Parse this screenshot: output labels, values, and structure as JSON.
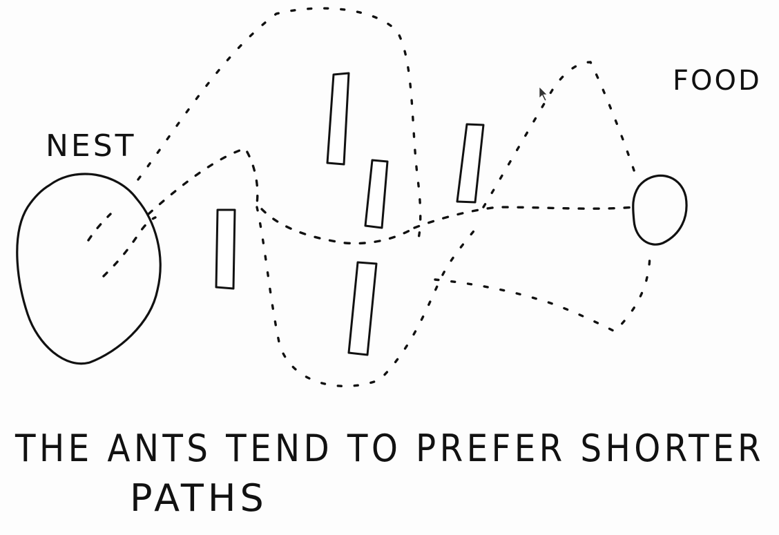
{
  "diagram": {
    "labels": {
      "nest": "NEST",
      "food": "FOOD"
    },
    "caption": {
      "line1": "THE ANTS TEND TO PREFER SHORTER",
      "line2": "PATHS"
    },
    "stroke_color": "#111111",
    "background_color": "#fdfdfd",
    "cursor_icon": "arrow-cursor-icon"
  }
}
